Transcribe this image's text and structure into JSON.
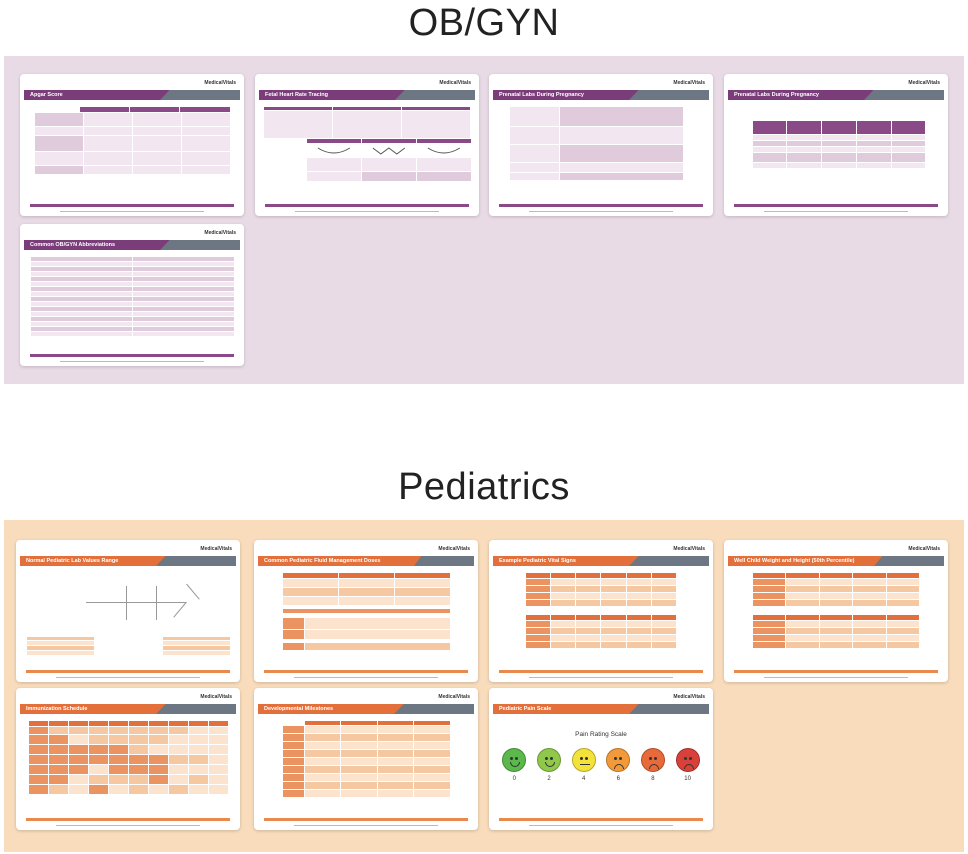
{
  "sections": {
    "ob": {
      "title": "OB/GYN",
      "cards": [
        {
          "title": "Apgar Score"
        },
        {
          "title": "Fetal Heart Rate Tracing"
        },
        {
          "title": "Prenatal Labs During Pregnancy"
        },
        {
          "title": "Prenatal Labs During Pregnancy"
        },
        {
          "title": "Common OB/GYN Abbreviations"
        }
      ]
    },
    "peds": {
      "title": "Pediatrics",
      "cards": [
        {
          "title": "Normal Pediatric Lab Values Range"
        },
        {
          "title": "Common Pediatric Fluid Management Doses"
        },
        {
          "title": "Example Pediatric Vital Signs"
        },
        {
          "title": "Well Child Weight and Height (50th Percentile)"
        },
        {
          "title": "Immunization Schedule"
        },
        {
          "title": "Developmental Milestones"
        },
        {
          "title": "Pediatric Pain Scale"
        }
      ]
    }
  },
  "brand": "MedicalVitals",
  "pain_scale": {
    "title": "Pain Rating Scale",
    "faces": [
      {
        "score": "0",
        "color": "#5ab94a",
        "mouth": "smile"
      },
      {
        "score": "2",
        "color": "#8fc84a",
        "mouth": "smile"
      },
      {
        "score": "4",
        "color": "#f2e23a",
        "mouth": "flat"
      },
      {
        "score": "6",
        "color": "#f29a3a",
        "mouth": "frown"
      },
      {
        "score": "8",
        "color": "#e86a3a",
        "mouth": "frown"
      },
      {
        "score": "10",
        "color": "#d8413a",
        "mouth": "frown"
      }
    ]
  },
  "colors": {
    "ob_accent": "#7b3d7a",
    "peds_accent": "#e3703a",
    "ob_band": "#e9dbe6",
    "peds_band": "#f8dcbc"
  }
}
